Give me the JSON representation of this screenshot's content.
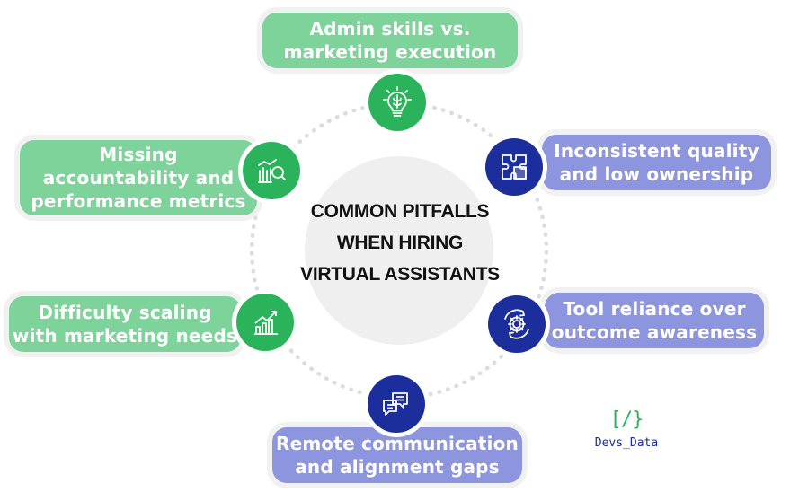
{
  "center": {
    "line1": "COMMON PITFALLS",
    "line2": "WHEN HIRING",
    "line3": "VIRTUAL ASSISTANTS"
  },
  "pitfalls": [
    {
      "line1": "Admin skills vs.",
      "line2": "marketing execution",
      "line3": "",
      "color": "#7dd39a",
      "icon": "lightbulb-brain-icon"
    },
    {
      "line1": "Inconsistent quality",
      "line2": "and low ownership",
      "line3": "",
      "color": "#8e95df",
      "icon": "puzzle-icon"
    },
    {
      "line1": "Tool reliance over",
      "line2": "outcome awareness",
      "line3": "",
      "color": "#8e95df",
      "icon": "gear-cycle-icon"
    },
    {
      "line1": "Remote communication",
      "line2": "and alignment gaps",
      "line3": "",
      "color": "#8e95df",
      "icon": "chat-bubbles-icon"
    },
    {
      "line1": "Difficulty scaling",
      "line2": "with marketing needs",
      "line3": "",
      "color": "#7dd39a",
      "icon": "growth-chart-icon"
    },
    {
      "line1": "Missing",
      "line2": "accountability and",
      "line3": "performance metrics",
      "color": "#7dd39a",
      "icon": "analytics-search-icon"
    }
  ],
  "logo": {
    "mark": "[/}",
    "text": "Devs_Data"
  },
  "colors": {
    "green_node": "#2bb35b",
    "navy_node": "#1c2d9c",
    "ring": "#d9dce0"
  }
}
